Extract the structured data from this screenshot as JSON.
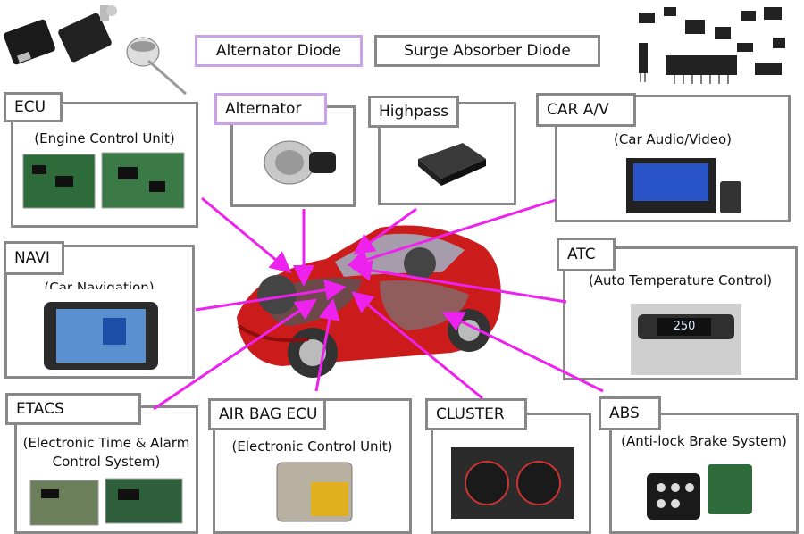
{
  "legend": {
    "alternator_diode": "Alternator Diode",
    "surge_absorber_diode": "Surge Absorber Diode"
  },
  "modules": {
    "ecu": {
      "label": "ECU",
      "sub": "(Engine Control Unit)"
    },
    "alternator": {
      "label": "Alternator"
    },
    "highpass": {
      "label": "Highpass"
    },
    "car_av": {
      "label": "CAR A/V",
      "sub": "(Car Audio/Video)"
    },
    "navi": {
      "label": "NAVI",
      "sub": "(Car Navigation)"
    },
    "atc": {
      "label": "ATC",
      "sub": "(Auto Temperature Control)",
      "display": "250"
    },
    "etacs": {
      "label": "ETACS",
      "sub": "(Electronic Time & Alarm Control System)"
    },
    "airbag": {
      "label": "AIR BAG ECU",
      "sub": "(Electronic Control Unit)"
    },
    "cluster": {
      "label": "CLUSTER"
    },
    "abs": {
      "label": "ABS",
      "sub": "(Anti-lock Brake System)"
    }
  },
  "colors": {
    "arrow": "#ee22ee",
    "alternator_diode_border": "#c9a3e6",
    "surge_border": "#888888",
    "car_body": "#cc1b1b"
  }
}
